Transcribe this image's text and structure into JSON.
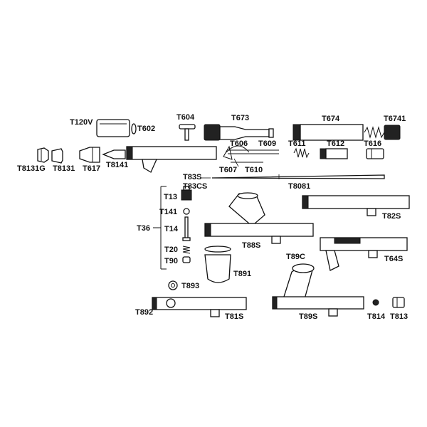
{
  "labels": {
    "T120V": "T120V",
    "T602": "T602",
    "T604": "T604",
    "T673": "T673",
    "T674": "T674",
    "T6741": "T6741",
    "T606": "T606",
    "T609": "T609",
    "T611": "T611",
    "T612": "T612",
    "T616": "T616",
    "T8131G": "T8131G",
    "T8131": "T8131",
    "T617": "T617",
    "T8141": "T8141",
    "T607": "T607",
    "T610": "T610",
    "T83S": "T83S",
    "T83CS": "T83CS",
    "T8081": "T8081",
    "T13": "T13",
    "T141": "T141",
    "T36": "T36",
    "T14": "T14",
    "T20": "T20",
    "T90": "T90",
    "T82S": "T82S",
    "T88S": "T88S",
    "T64S": "T64S",
    "T89C": "T89C",
    "T891": "T891",
    "T893": "T893",
    "T892": "T892",
    "T81S": "T81S",
    "T89S": "T89S",
    "T814": "T814",
    "T813": "T813"
  }
}
